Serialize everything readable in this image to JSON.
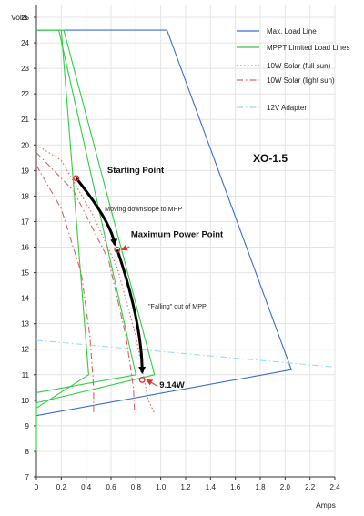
{
  "chart_data": {
    "type": "line",
    "title": "XO-1.5",
    "xlabel": "Amps",
    "ylabel": "Volts",
    "xlim": [
      0,
      2.4
    ],
    "ylim": [
      7,
      25.5
    ],
    "x_ticks": [
      "0",
      "0.2",
      "0.4",
      "0.6",
      "0.8",
      "1.0",
      "1.2",
      "1.4",
      "1.6",
      "1.8",
      "2.0",
      "2.2",
      "2.4"
    ],
    "y_ticks": [
      "7",
      "8",
      "9",
      "10",
      "11",
      "12",
      "13",
      "14",
      "15",
      "16",
      "17",
      "18",
      "19",
      "20",
      "21",
      "22",
      "23",
      "24",
      "25"
    ],
    "grid": true,
    "legend_position": "top-right",
    "series": [
      {
        "name": "Max. Load Line",
        "color": "#3a6fd0",
        "style": "solid",
        "x": [
          0.0,
          1.05,
          2.05,
          0.0
        ],
        "y": [
          24.5,
          24.5,
          11.2,
          9.4
        ]
      },
      {
        "name": "MPPT Limited Load Lines",
        "color": "#33cc44",
        "style": "solid",
        "segments": [
          {
            "x": [
              0.0,
              0.22,
              0.95,
              0.0,
              0.0
            ],
            "y": [
              24.5,
              24.5,
              11.0,
              9.9,
              8.0
            ]
          },
          {
            "x": [
              0.0,
              0.18,
              0.8,
              0.0
            ],
            "y": [
              24.5,
              24.5,
              11.0,
              10.3
            ]
          },
          {
            "x": [
              0.0,
              0.2,
              0.42,
              0.0
            ],
            "y": [
              24.5,
              24.5,
              11.0,
              9.7
            ]
          }
        ]
      },
      {
        "name": "10W Solar (full sun)",
        "color": "#e06060",
        "style": "dotted",
        "x": [
          0.0,
          0.2,
          0.45,
          0.65,
          0.8,
          0.9,
          0.95
        ],
        "y": [
          20.0,
          19.4,
          17.3,
          15.2,
          12.5,
          10.0,
          9.5
        ]
      },
      {
        "name": "10W Solar (light sun)",
        "color": "#e06060",
        "style": "dashdot",
        "segments": [
          {
            "x": [
              0.0,
              0.2,
              0.36,
              0.43,
              0.46,
              0.46
            ],
            "y": [
              19.2,
              17.5,
              15.0,
              12.5,
              10.5,
              9.5
            ]
          },
          {
            "x": [
              0.0,
              0.3,
              0.58,
              0.72,
              0.78,
              0.79
            ],
            "y": [
              19.7,
              18.2,
              15.5,
              12.5,
              10.5,
              9.5
            ]
          }
        ]
      },
      {
        "name": "12V Adapter",
        "color": "#99ddee",
        "style": "dashdot",
        "x": [
          0.0,
          2.4
        ],
        "y": [
          12.35,
          11.3
        ]
      }
    ],
    "markers": [
      {
        "x": 0.32,
        "y": 18.7
      },
      {
        "x": 0.65,
        "y": 15.9
      },
      {
        "x": 0.85,
        "y": 10.8
      }
    ],
    "arrows": [
      {
        "from": [
          0.32,
          18.7
        ],
        "via": [
          0.6,
          17.0
        ],
        "to": [
          0.63,
          16.1
        ]
      },
      {
        "from": [
          0.65,
          15.9
        ],
        "via": [
          0.85,
          13.0
        ],
        "to": [
          0.85,
          11.1
        ]
      }
    ],
    "annotations": [
      {
        "text": "Starting Point",
        "x": 0.57,
        "y": 18.9,
        "style": "bold"
      },
      {
        "text": "Moving downslope to MPP",
        "x": 0.55,
        "y": 17.4,
        "style": "normal"
      },
      {
        "text": "Maximum Power Point",
        "x": 0.76,
        "y": 16.4,
        "style": "bold"
      },
      {
        "text": "\"Falling\" out of MPP",
        "x": 0.9,
        "y": 13.6,
        "style": "normal"
      },
      {
        "text": "9.14W",
        "x": 0.99,
        "y": 10.5,
        "style": "bold"
      }
    ]
  }
}
